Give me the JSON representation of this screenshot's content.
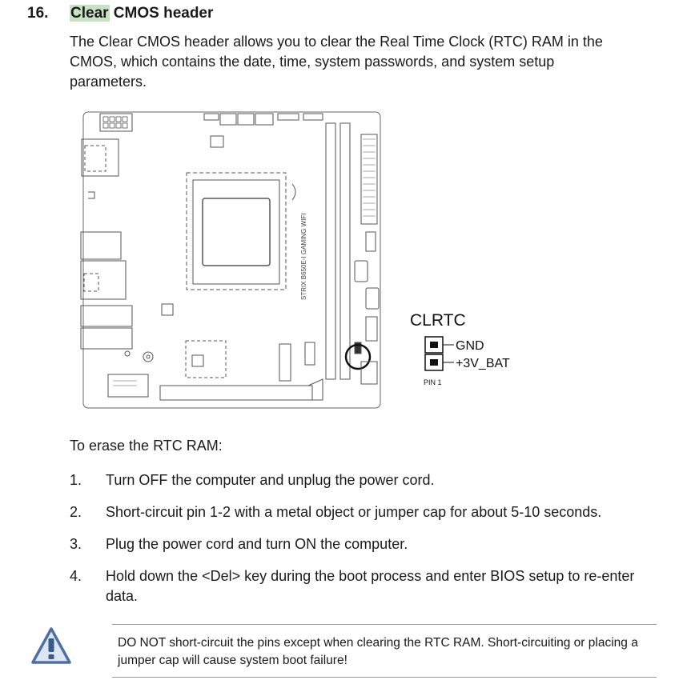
{
  "section": {
    "number": "16.",
    "title_highlight": "Clear",
    "title_rest": " CMOS header",
    "intro": "The Clear CMOS header allows you to clear the Real Time Clock (RTC) RAM in the CMOS, which contains the date, time, system passwords, and system setup parameters."
  },
  "diagram": {
    "board_label": "STRIX B650E-I GAMING WIFI",
    "header_name": "CLRTC",
    "pins": [
      {
        "label": "GND"
      },
      {
        "label": "+3V_BAT"
      }
    ],
    "pin1_label": "PIN 1"
  },
  "procedure": {
    "heading": "To erase the RTC RAM:",
    "steps": [
      {
        "num": "1.",
        "text": "Turn OFF the computer and unplug the power cord."
      },
      {
        "num": "2.",
        "text": "Short-circuit pin 1-2 with a metal object or jumper cap for about 5-10 seconds."
      },
      {
        "num": "3.",
        "text": "Plug the power cord and turn ON the computer."
      },
      {
        "num": "4.",
        "text": "Hold down the <Del> key during the boot process and enter BIOS setup to re-enter data."
      }
    ]
  },
  "warning": {
    "icon": "warning-triangle-icon",
    "text": "DO NOT short-circuit the pins except when clearing the RTC RAM. Short-circuiting or placing a jumper cap will cause system boot failure!"
  }
}
